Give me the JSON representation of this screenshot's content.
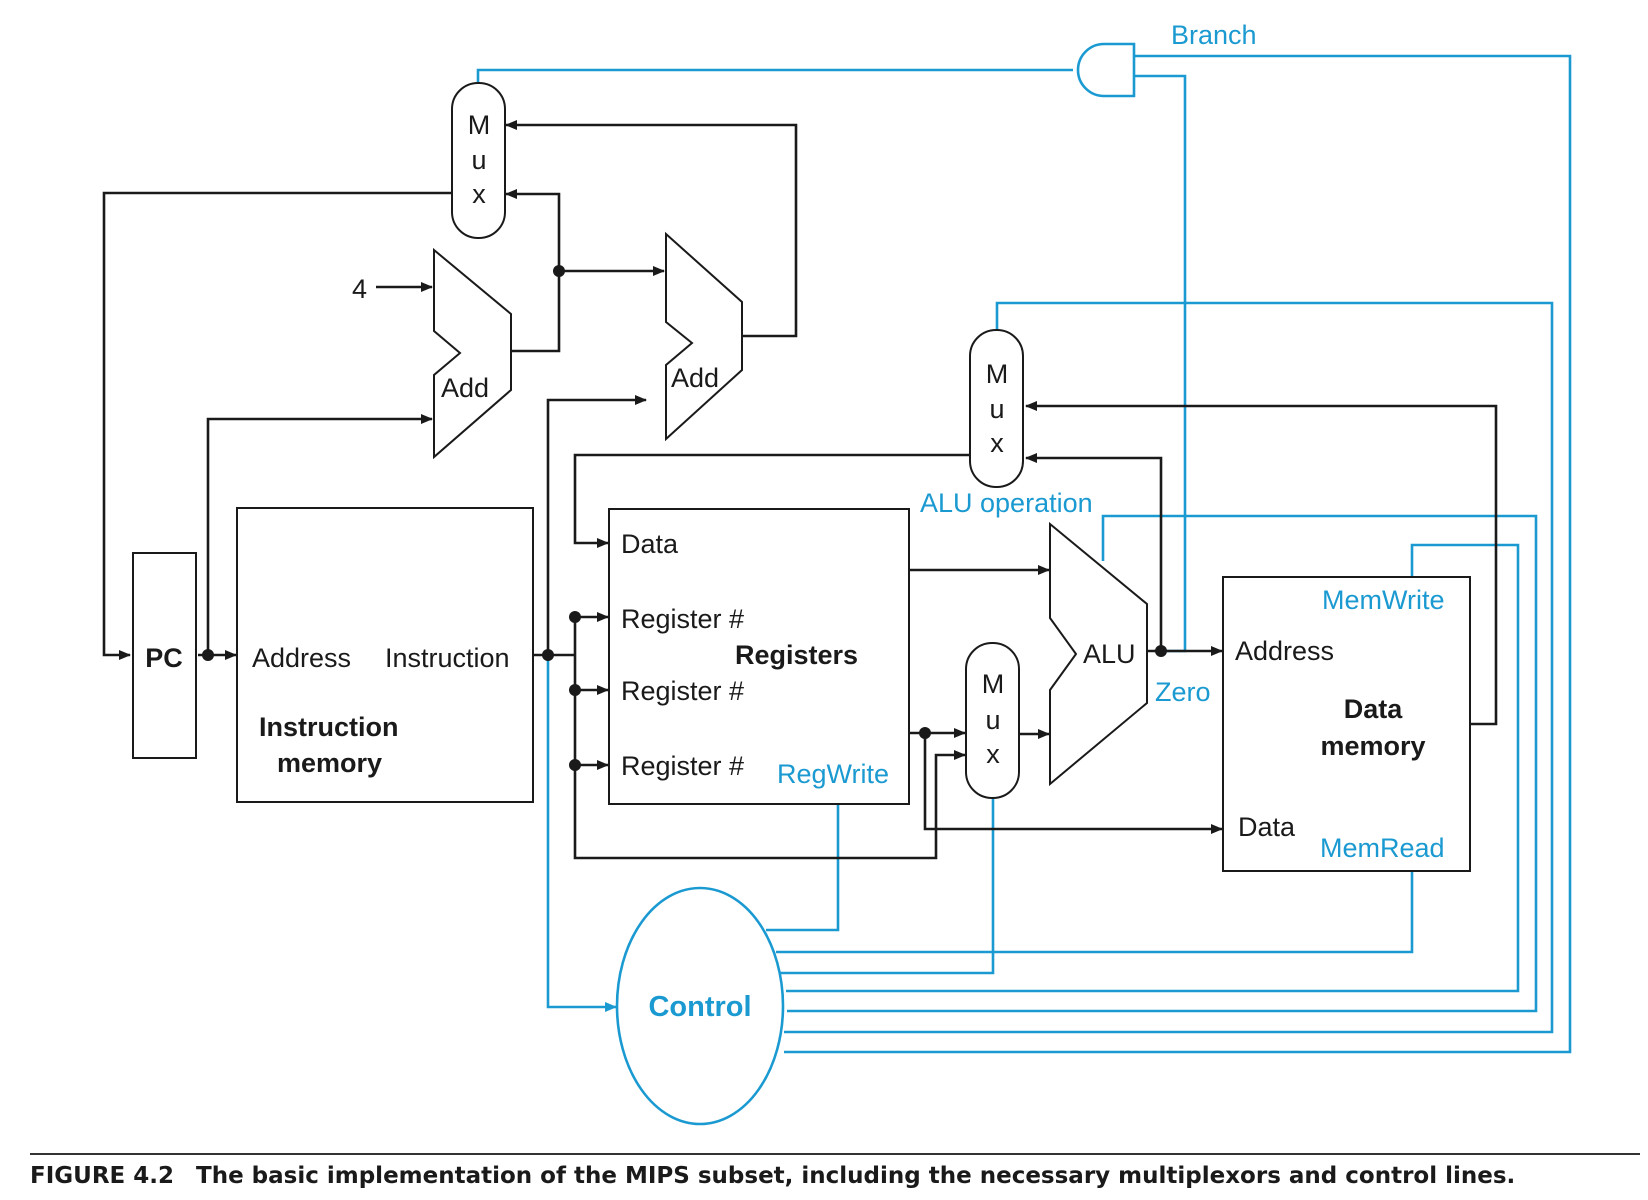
{
  "labels": {
    "four": "4",
    "add1": "Add",
    "add2": "Add",
    "mux_top": [
      "M",
      "u",
      "x"
    ],
    "mux_mid": [
      "M",
      "u",
      "x"
    ],
    "mux_low": [
      "M",
      "u",
      "x"
    ],
    "pc": "PC",
    "address": "Address",
    "instruction": "Instruction",
    "instr_mem": [
      "Instruction",
      "memory"
    ],
    "data": "Data",
    "reg1": "Register #",
    "reg2": "Register #",
    "reg3": "Register #",
    "registers": "Registers",
    "alu": "ALU",
    "dm_address": "Address",
    "dm_data": "Data",
    "data_mem": [
      "Data",
      "memory"
    ]
  },
  "control_labels": {
    "branch": "Branch",
    "alu_operation": "ALU operation",
    "regwrite": "RegWrite",
    "zero": "Zero",
    "memwrite": "MemWrite",
    "memread": "MemRead",
    "control": "Control"
  },
  "colors": {
    "control_lines": "#1b9ad1",
    "data_lines": "#1a1a1a"
  },
  "caption": {
    "figure": "FIGURE 4.2",
    "text": "The basic implementation of the MIPS subset, including the necessary multiplexors and control lines."
  }
}
